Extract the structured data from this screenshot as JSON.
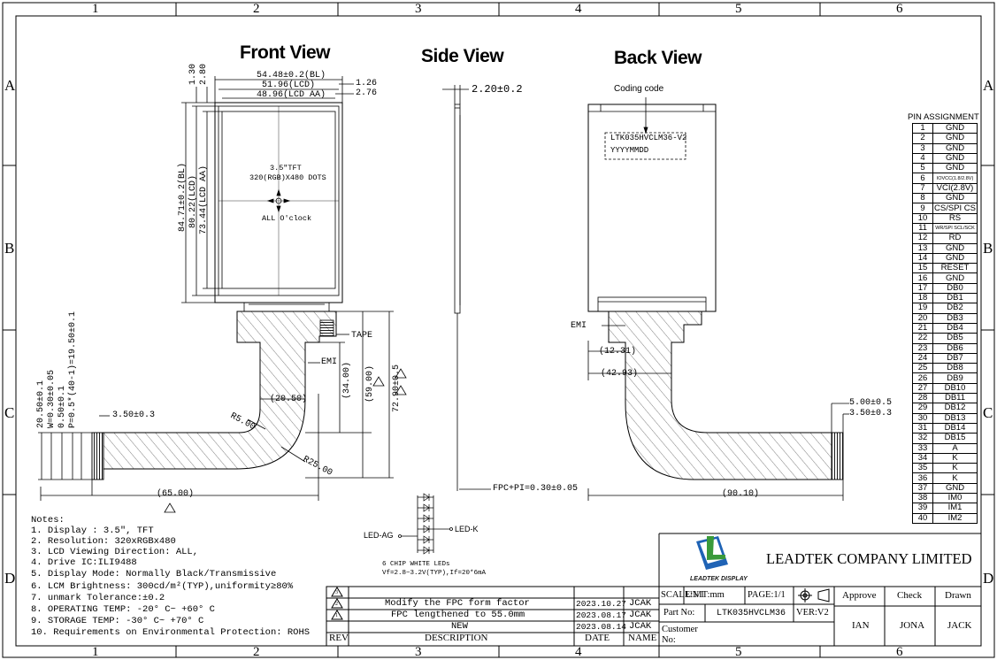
{
  "border": {
    "columns": [
      "1",
      "2",
      "3",
      "4",
      "5",
      "6"
    ],
    "rows": [
      "A",
      "B",
      "C",
      "D"
    ]
  },
  "views": {
    "front": "Front View",
    "side": "Side View",
    "back": "Back View"
  },
  "front": {
    "dim_bl_w": "54.48±0.2(BL)",
    "dim_lcd_w": "51.96(LCD)",
    "dim_aa_w": "48.96(LCD AA)",
    "dim_126": "1.26",
    "dim_276": "2.76",
    "dim_130": "1.30",
    "dim_280": "2.80",
    "dim_bl_h": "84.71±0.2(BL)",
    "dim_lcd_h": "80.22(LCD)",
    "dim_aa_h": "73.44(LCD AA)",
    "lcd_line1": "3.5\"TFT",
    "lcd_line2": "320(RGB)X480 DOTS",
    "lcd_line3": "ALL O'clock",
    "tape": "TAPE",
    "emi": "EMI",
    "dim_34": "(34.00)",
    "dim_59": "(59.00)",
    "dim_729": "72.90±0.5",
    "dim_2050": "(20.50)",
    "r5": "R5.00",
    "r25": "R25.00",
    "dim_65": "(65.00)",
    "dim_350": "3.50±0.3",
    "dim_v1": "20.50±0.1",
    "dim_v2": "W=0.30±0.05",
    "dim_v3": "0.50±0.1",
    "dim_v4": "P=0.5*(40-1)=19.50±0.1"
  },
  "side": {
    "dim_thick": "2.20±0.2",
    "fpc": "FPC+PI=0.30±0.05",
    "led_ag": "LED-AG",
    "led_k": "LED-K",
    "led_note1": "6 CHIP WHITE LEDs",
    "led_note2": "Vf=2.8~3.2V(TYP),If=20*6mA"
  },
  "back": {
    "coding": "Coding code",
    "code1": "LTK035HVCLM36-V2",
    "code2": "YYYYMMDD",
    "emi": "EMI",
    "dim_1231": "(12.31)",
    "dim_4293": "(42.93)",
    "dim_500": "5.00±0.5",
    "dim_350": "3.50±0.3",
    "dim_9010": "(90.10)"
  },
  "pin_assignment": {
    "title": "PIN ASSIGNMENT",
    "pins": [
      [
        "1",
        "GND"
      ],
      [
        "2",
        "GND"
      ],
      [
        "3",
        "GND"
      ],
      [
        "4",
        "GND"
      ],
      [
        "5",
        "GND"
      ],
      [
        "6",
        "IOVCC(1.8/2.8V)"
      ],
      [
        "7",
        "VCI(2.8V)"
      ],
      [
        "8",
        "GND"
      ],
      [
        "9",
        "CS/SPI CS"
      ],
      [
        "10",
        "RS"
      ],
      [
        "11",
        "WR/SPI SCL/SCK"
      ],
      [
        "12",
        "RD"
      ],
      [
        "13",
        "GND"
      ],
      [
        "14",
        "GND"
      ],
      [
        "15",
        "RESET"
      ],
      [
        "16",
        "GND"
      ],
      [
        "17",
        "DB0"
      ],
      [
        "18",
        "DB1"
      ],
      [
        "19",
        "DB2"
      ],
      [
        "20",
        "DB3"
      ],
      [
        "21",
        "DB4"
      ],
      [
        "22",
        "DB5"
      ],
      [
        "23",
        "DB6"
      ],
      [
        "24",
        "DB7"
      ],
      [
        "25",
        "DB8"
      ],
      [
        "26",
        "DB9"
      ],
      [
        "27",
        "DB10"
      ],
      [
        "28",
        "DB11"
      ],
      [
        "29",
        "DB12"
      ],
      [
        "30",
        "DB13"
      ],
      [
        "31",
        "DB14"
      ],
      [
        "32",
        "DB15"
      ],
      [
        "33",
        "A"
      ],
      [
        "34",
        "K"
      ],
      [
        "35",
        "K"
      ],
      [
        "36",
        "K"
      ],
      [
        "37",
        "GND"
      ],
      [
        "38",
        "IM0"
      ],
      [
        "39",
        "IM1"
      ],
      [
        "40",
        "IM2"
      ]
    ]
  },
  "notes": {
    "title": "Notes:",
    "items": [
      "1. Display : 3.5\",   TFT",
      "2. Resolution: 320xRGBx480",
      "3. LCD Viewing Direction: ALL,",
      "4. Drive IC:ILI9488",
      "5. Display Mode: Normally Black/Transmissive",
      "6. LCM Brightness: 300cd/m²(TYP),uniformity≥80%",
      "7. unmark Tolerance:±0.2",
      "8. OPERATING TEMP: -20° C~ +60° C",
      "9. STORAGE TEMP: -30° C~ +70° C",
      "10. Requirements on Environmental Protection: ROHS"
    ]
  },
  "revisions": {
    "rows": [
      {
        "rev": "3",
        "desc": "Modify the FPC form factor",
        "date": "2023.10.27",
        "name": "JCAK"
      },
      {
        "rev": "2",
        "desc": "FPC lengthened to 55.0mm",
        "date": "2023.08.17",
        "name": "JCAK"
      },
      {
        "rev": "1",
        "desc": "NEW",
        "date": "2023.08.14",
        "name": "JCAK"
      }
    ],
    "head_rev": "REV",
    "head_desc": "DESCRIPTION",
    "head_date": "DATE",
    "head_name": "NAME"
  },
  "title_block": {
    "logo_text": "LEADTEK DISPLAY",
    "company": "LEADTEK COMPANY LIMITED",
    "scale": "SCALE:1/1",
    "unit": "UNIT:mm",
    "page": "PAGE:1/1",
    "part_label": "Part No:",
    "part_no": "LTK035HVCLM36",
    "ver": "VER:V2",
    "customer_label": "Customer No:",
    "approve": "Approve",
    "check": "Check",
    "drawn": "Drawn",
    "approve_name": "IAN",
    "check_name": "JONA",
    "drawn_name": "JACK"
  },
  "colors": {
    "ink": "#000000",
    "logo_green": "#3a9a3a",
    "logo_blue": "#1f63b5"
  }
}
